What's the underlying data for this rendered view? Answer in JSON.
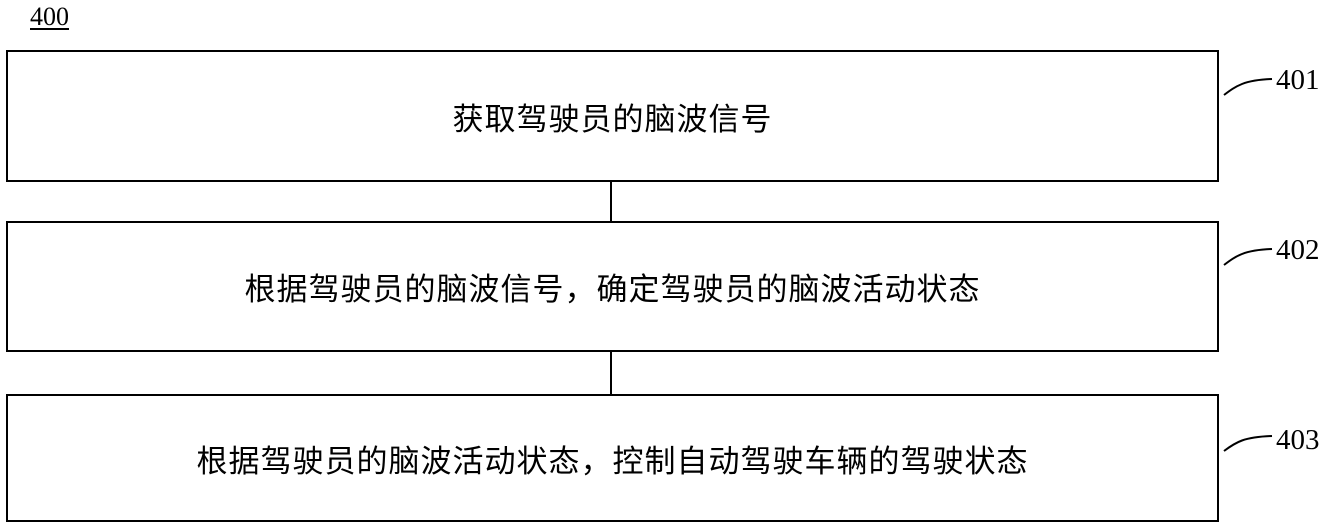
{
  "figure": {
    "label": "400"
  },
  "steps": [
    {
      "id": "401",
      "text": "获取驾驶员的脑波信号"
    },
    {
      "id": "402",
      "text": "根据驾驶员的脑波信号，确定驾驶员的脑波活动状态"
    },
    {
      "id": "403",
      "text": "根据驾驶员的脑波活动状态，控制自动驾驶车辆的驾驶状态"
    }
  ]
}
